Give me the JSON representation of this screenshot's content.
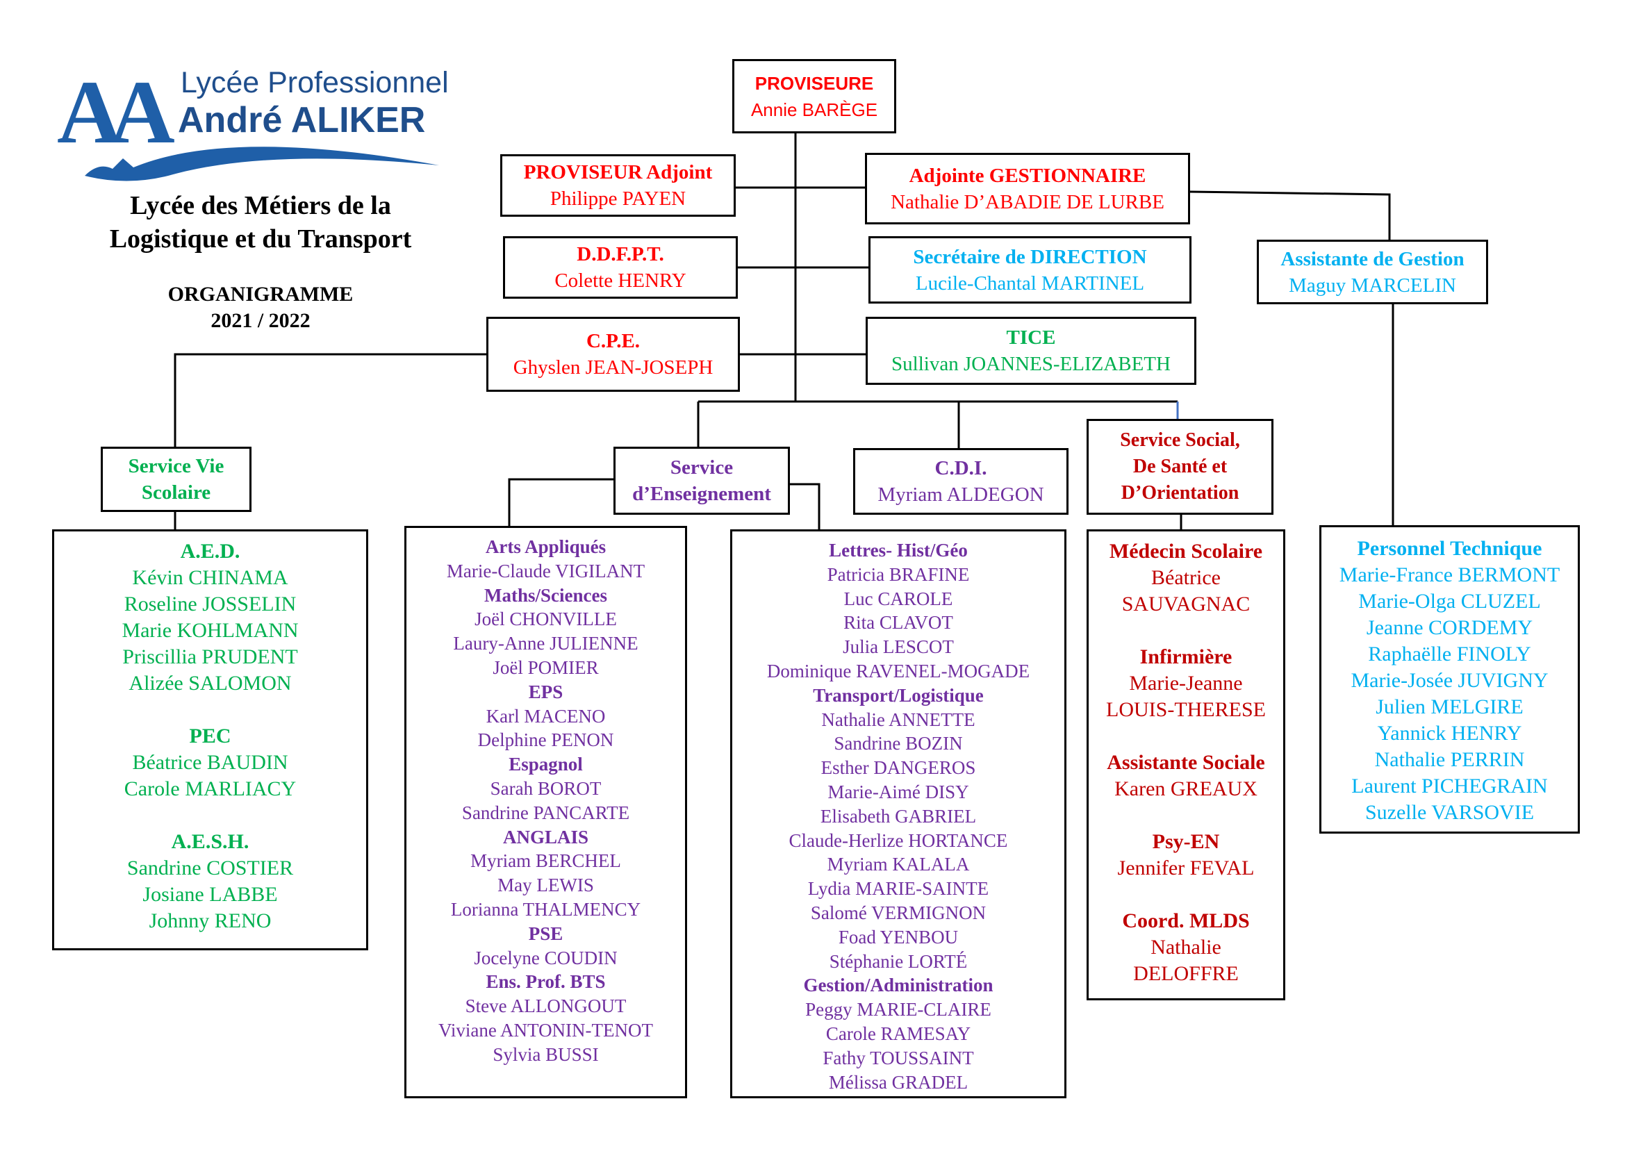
{
  "logo": {
    "line1": "Lycée Professionnel",
    "line2": "André ALIKER",
    "monogram": "AA"
  },
  "header": {
    "title_line1": "Lycée des Métiers de la",
    "title_line2": "Logistique et du Transport",
    "doc_title": "ORGANIGRAMME",
    "year": "2021 / 2022"
  },
  "top": {
    "proviseure": {
      "role": "PROVISEURE",
      "name": "Annie BARÈGE"
    },
    "adjoint": {
      "role": "PROVISEUR Adjoint",
      "name": "Philippe PAYEN"
    },
    "gestionnaire": {
      "role": "Adjointe GESTIONNAIRE",
      "name": "Nathalie D’ABADIE DE LURBE"
    },
    "ddfpt": {
      "role": "D.D.F.P.T.",
      "name": "Colette HENRY"
    },
    "secretaire": {
      "role": "Secrétaire de DIRECTION",
      "name": "Lucile-Chantal MARTINEL"
    },
    "assistante_gestion": {
      "role": "Assistante de Gestion",
      "name": "Maguy MARCELIN"
    },
    "cpe": {
      "role": "C.P.E.",
      "name": "Ghyslen JEAN-JOSEPH"
    },
    "tice": {
      "role": "TICE",
      "name": "Sullivan JOANNES-ELIZABETH"
    }
  },
  "services": {
    "vie_scolaire": {
      "line1": "Service Vie",
      "line2": "Scolaire"
    },
    "enseignement": {
      "line1": "Service",
      "line2": "d’Enseignement"
    },
    "cdi": {
      "role": "C.D.I.",
      "name": "Myriam ALDEGON"
    },
    "social": {
      "line1": "Service Social,",
      "line2": "De Santé et",
      "line3": "D’Orientation"
    }
  },
  "vie_scolaire_list": [
    {
      "title": "A.E.D.",
      "names": [
        "Kévin CHINAMA",
        "Roseline JOSSELIN",
        "Marie KOHLMANN",
        "Priscillia PRUDENT",
        "Alizée SALOMON"
      ]
    },
    {
      "title": "PEC",
      "names": [
        "Béatrice BAUDIN",
        "Carole MARLIACY"
      ]
    },
    {
      "title": "A.E.S.H.",
      "names": [
        "Sandrine COSTIER",
        "Josiane LABBE",
        "Johnny RENO"
      ]
    }
  ],
  "enseignement_list_1": [
    {
      "title": "Arts Appliqués",
      "names": [
        "Marie-Claude VIGILANT"
      ]
    },
    {
      "title": "Maths/Sciences",
      "names": [
        "Joël CHONVILLE",
        "Laury-Anne JULIENNE",
        "Joël POMIER"
      ]
    },
    {
      "title": "EPS",
      "names": [
        "Karl MACENO",
        "Delphine PENON"
      ]
    },
    {
      "title": "Espagnol",
      "names": [
        "Sarah BOROT",
        "Sandrine PANCARTE"
      ]
    },
    {
      "title": "ANGLAIS",
      "names": [
        "Myriam BERCHEL",
        "May LEWIS",
        "Lorianna THALMENCY"
      ]
    },
    {
      "title": "PSE",
      "names": [
        "Jocelyne COUDIN"
      ]
    },
    {
      "title": "Ens. Prof. BTS",
      "names": [
        "Steve ALLONGOUT",
        "Viviane ANTONIN-TENOT",
        "Sylvia BUSSI"
      ]
    }
  ],
  "enseignement_list_2": [
    {
      "title": "Lettres- Hist/Géo",
      "names": [
        "Patricia BRAFINE",
        "Luc CAROLE",
        "Rita CLAVOT",
        "Julia LESCOT",
        "Dominique RAVENEL-MOGADE"
      ]
    },
    {
      "title": "Transport/Logistique",
      "names": [
        "Nathalie ANNETTE",
        "Sandrine BOZIN",
        "Esther DANGEROS",
        "Marie-Aimé DISY",
        "Elisabeth GABRIEL",
        "Claude-Herlize HORTANCE",
        "Myriam KALALA",
        "Lydia MARIE-SAINTE",
        "Salomé VERMIGNON",
        "Foad YENBOU",
        "Stéphanie LORTÉ"
      ]
    },
    {
      "title": "Gestion/Administration",
      "names": [
        "Peggy MARIE-CLAIRE",
        "Carole RAMESAY",
        "Fathy TOUSSAINT",
        "Mélissa GRADEL"
      ]
    }
  ],
  "social_list": [
    {
      "title": "Médecin Scolaire",
      "names": [
        "Béatrice",
        "SAUVAGNAC"
      ]
    },
    {
      "title": "Infirmière",
      "names": [
        "Marie-Jeanne",
        "LOUIS-THERESE"
      ]
    },
    {
      "title": "Assistante Sociale",
      "names": [
        "Karen GREAUX"
      ]
    },
    {
      "title": "Psy-EN",
      "names": [
        "Jennifer FEVAL"
      ]
    },
    {
      "title": "Coord. MLDS",
      "names": [
        "Nathalie",
        "DELOFFRE"
      ]
    }
  ],
  "technique_list": [
    {
      "title": "Personnel Technique",
      "names": [
        "Marie-France BERMONT",
        "Marie-Olga CLUZEL",
        "Jeanne CORDEMY",
        "Raphaëlle FINOLY",
        "Marie-Josée JUVIGNY",
        "Julien MELGIRE",
        "Yannick HENRY",
        "Nathalie PERRIN",
        "Laurent PICHEGRAIN",
        "Suzelle VARSOVIE"
      ]
    }
  ],
  "colors": {
    "red": "#ff0000",
    "dark_red": "#c00000",
    "green": "#00b050",
    "purple": "#7030a0",
    "cyan": "#00b0f0",
    "logo_blue": "#1f5fa8"
  }
}
